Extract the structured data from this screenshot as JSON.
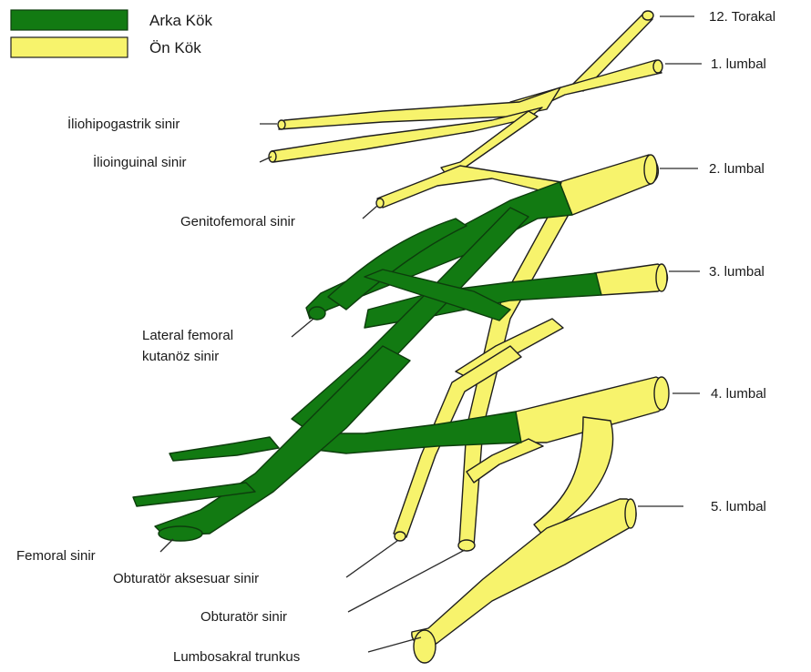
{
  "legend": {
    "items": [
      {
        "label": "Arka Kök",
        "color": "#127a12"
      },
      {
        "label": "Ön Kök",
        "color": "#f7f36c"
      }
    ]
  },
  "roots": {
    "t12": "12. Torakal",
    "l1": "1. lumbal",
    "l2": "2. lumbal",
    "l3": "3. lumbal",
    "l4": "4. lumbal",
    "l5": "5. lumbal"
  },
  "nerves": {
    "iliohypogastric": "İliohipogastrik sinir",
    "ilioinguinal": "İlioinguinal sinir",
    "genitofemoral": "Genitofemoral sinir",
    "lateral_femoral_line1": "Lateral femoral",
    "lateral_femoral_line2": "kutanöz sinir",
    "femoral": "Femoral sinir",
    "accessory_obturator": "Obturatör aksesuar sinir",
    "obturator": "Obturatör sinir",
    "lumbosacral": "Lumbosakral trunkus"
  },
  "colors": {
    "posterior_root": "#127a12",
    "anterior_root": "#f7f36c",
    "outline": "#1e1e1e"
  }
}
